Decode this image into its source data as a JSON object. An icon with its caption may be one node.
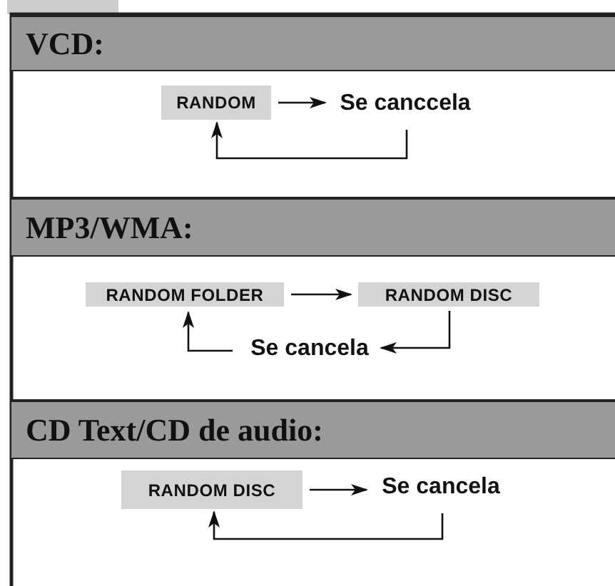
{
  "diagram": {
    "nodes": [
      {
        "text": [
          "VCD:"
        ]
      },
      {
        "text": [
          "RANDOM"
        ]
      },
      {
        "text": [
          "Se canccela"
        ]
      },
      {
        "text": [
          "MP3/WMA:"
        ]
      },
      {
        "text": [
          "RANDOM FOLDER"
        ]
      },
      {
        "text": [
          "RANDOM DISC"
        ]
      },
      {
        "text": [
          "Se cancela"
        ]
      },
      {
        "text": [
          "CD Text/CD de audio:"
        ]
      },
      {
        "text": [
          "RANDOM DISC"
        ]
      },
      {
        "text": [
          "Se cancela"
        ]
      }
    ],
    "edges": [
      {
        "from": 1,
        "to": 2,
        "arrow": "to"
      },
      {
        "from": 2,
        "to": 1,
        "arrow": "to"
      },
      {
        "from": 4,
        "to": 5,
        "arrow": "to"
      },
      {
        "from": 5,
        "to": 6,
        "arrow": "to"
      },
      {
        "from": 6,
        "to": 4,
        "arrow": "to"
      },
      {
        "from": 8,
        "to": 9,
        "arrow": "to"
      },
      {
        "from": 9,
        "to": 8,
        "arrow": "to"
      }
    ]
  }
}
